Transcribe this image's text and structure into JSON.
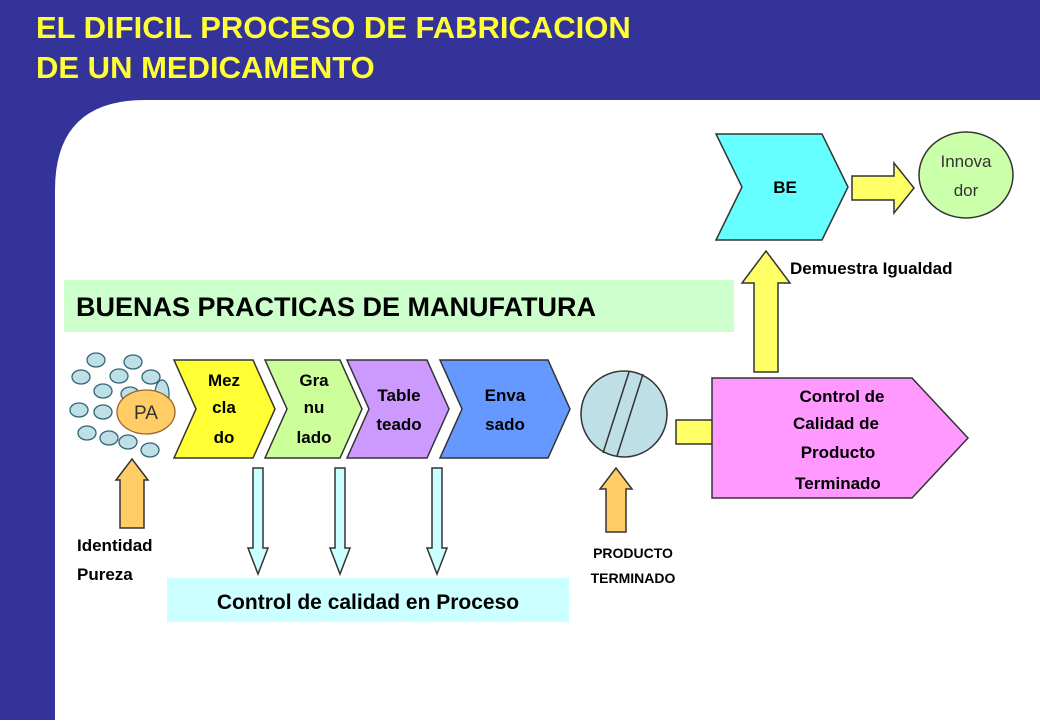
{
  "slide": {
    "title_line1": "EL DIFICIL PROCESO DE FABRICACION",
    "title_line2": "DE UN MEDICAMENTO"
  },
  "banner": {
    "text": "BUENAS PRACTICAS DE MANUFATURA"
  },
  "pa": {
    "label": "PA"
  },
  "steps": [
    {
      "lines": [
        "Mez",
        "cla",
        "do"
      ],
      "color": "#ffff33"
    },
    {
      "lines": [
        "Gra",
        "nu",
        "lado"
      ],
      "color": "#ccff99"
    },
    {
      "lines": [
        "Table",
        "teado"
      ],
      "color": "#cc99ff"
    },
    {
      "lines": [
        "Enva",
        "sado"
      ],
      "color": "#6699ff"
    }
  ],
  "quality_control": {
    "lines": [
      "Control de",
      "Calidad de",
      "Producto",
      "Terminado"
    ],
    "color": "#ff99ff"
  },
  "be": {
    "label": "BE",
    "color": "#66ffff"
  },
  "innovador": {
    "lines": [
      "Innova",
      "dor"
    ],
    "color": "#ccffaa"
  },
  "labels": {
    "demuestra": "Demuestra Igualdad",
    "identidad": "Identidad",
    "pureza": "Pureza",
    "producto": "PRODUCTO",
    "terminado": "TERMINADO"
  },
  "process_box": {
    "text": "Control de calidad en Proceso"
  },
  "colors": {
    "frame": "#333399",
    "title": "#ffff33",
    "banner": "#ccffcc",
    "process_box": "#ccffff",
    "granule": "#bfdfe6",
    "tablet": "#bfdfe6",
    "arrow_yellow": "#ffff66",
    "arrow_orange": "#ffcc66",
    "arrow_lightblue": "#ccffff"
  }
}
